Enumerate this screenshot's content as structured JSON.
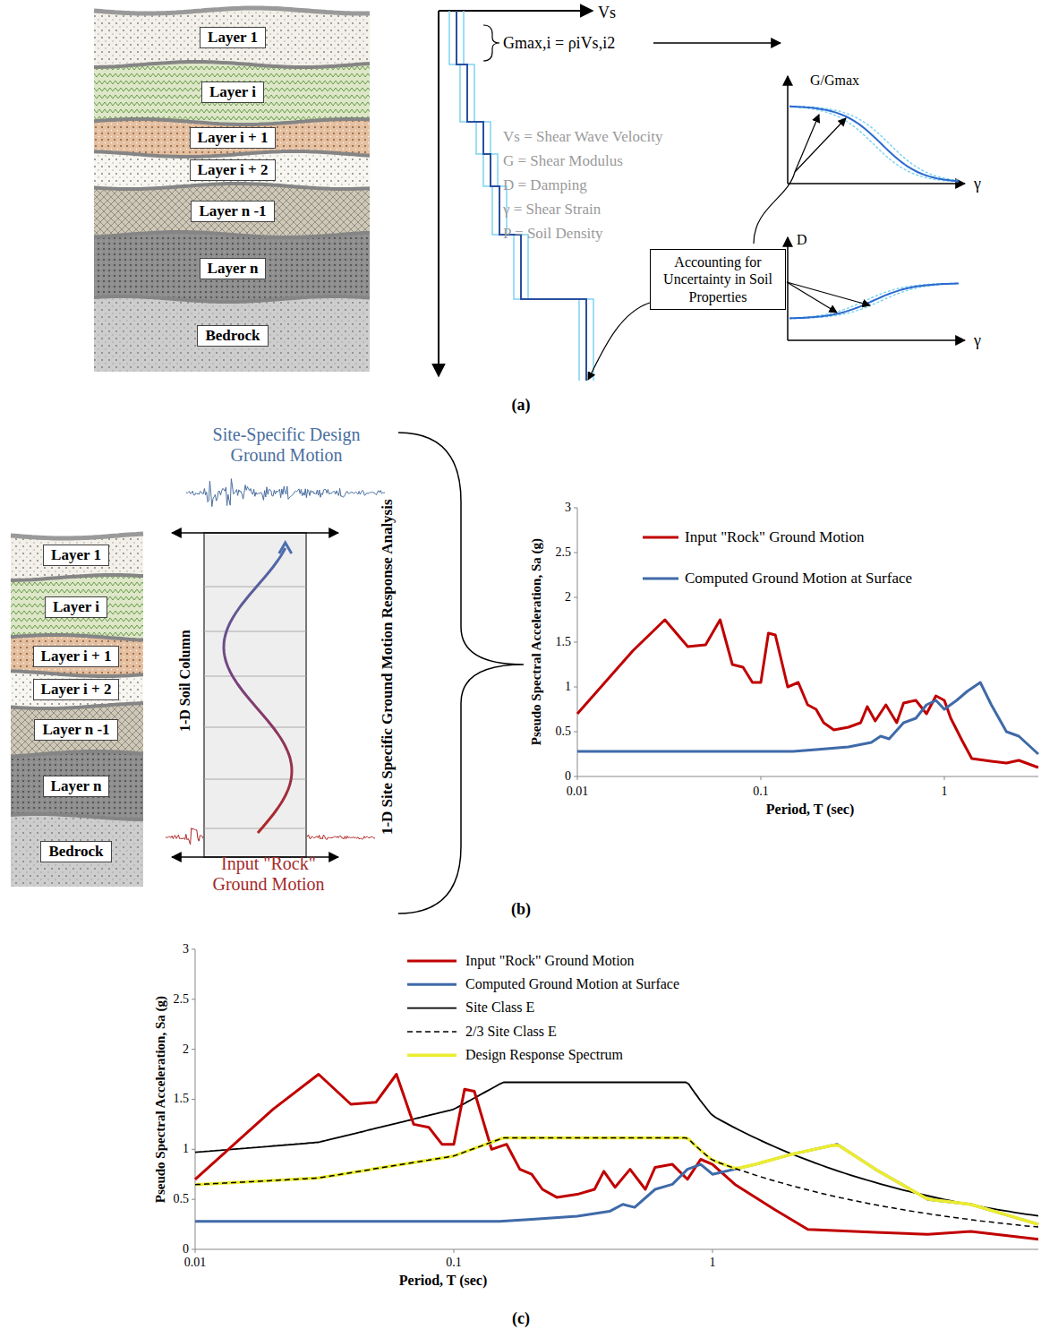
{
  "diagram": {
    "nodes": [
      {
        "text": [
          "Layer 1"
        ]
      },
      {
        "text": [
          "Layer i"
        ]
      },
      {
        "text": [
          "Layer i + 1"
        ]
      },
      {
        "text": [
          "Layer i + 2"
        ]
      },
      {
        "text": [
          "Layer n -1"
        ]
      },
      {
        "text": [
          "Layer n"
        ]
      },
      {
        "text": [
          "Bedrock"
        ]
      },
      {
        "text": [
          "Accounting for Uncertainty in Soil Properties"
        ]
      },
      {
        "text": [
          "Layer 1"
        ]
      },
      {
        "text": [
          "Layer i"
        ]
      },
      {
        "text": [
          "Layer i + 1"
        ]
      },
      {
        "text": [
          "Layer i + 2"
        ]
      },
      {
        "text": [
          "Layer n -1"
        ]
      },
      {
        "text": [
          "Layer n"
        ]
      },
      {
        "text": [
          "Bedrock"
        ]
      }
    ],
    "labels": [
      "Vs",
      "Gmax,i = ρiVs,i2",
      "Vs = Shear Wave Velocity",
      "G = Shear Modulus",
      "D = Damping",
      "γ = Shear Strain",
      "P = Soil Density",
      "G/Gmax",
      "γ",
      "D",
      "γ",
      "(a)",
      "Site-Specific Design Ground Motion",
      "1-D Soil Column",
      "Input \"Rock\" Ground Motion",
      "1-D Site Specific Ground Motion Response Analysis",
      "0",
      "0.5",
      "1",
      "1.5",
      "2",
      "2.5",
      "3",
      "0.01",
      "0.1",
      "1",
      "Pseudo Spectral Acceleration, Sa (g)",
      "Period, T (sec)",
      "(b)",
      "0",
      "0.5",
      "1",
      "1.5",
      "2",
      "2.5",
      "3",
      "0.01",
      "0.1",
      "1",
      "Pseudo Spectral Acceleration, Sa (g)",
      "Period, T (sec)",
      "(c)"
    ],
    "legend": [
      {
        "text": "Input \"Rock\" Ground Motion"
      },
      {
        "text": "Computed Ground Motion at Surface"
      },
      {
        "text": "Input \"Rock\" Ground Motion"
      },
      {
        "text": "Computed Ground Motion at Surface"
      },
      {
        "text": "Site Class E"
      },
      {
        "text": "2/3 Site Class E"
      },
      {
        "text": "Design Response Spectrum"
      }
    ]
  }
}
